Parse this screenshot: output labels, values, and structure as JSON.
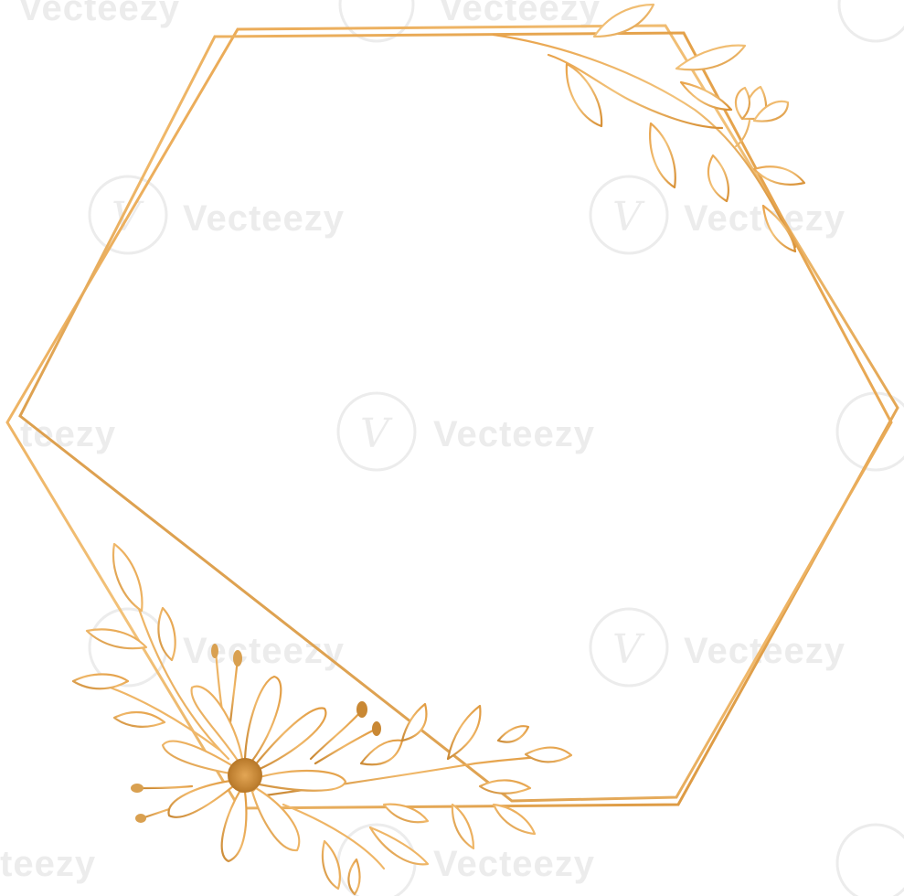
{
  "watermark": {
    "text": "Vecteezy",
    "partial_left": "teezy",
    "badge_glyph": "V"
  },
  "colors": {
    "background": "#ffffff",
    "gold_light": "#f2c27a",
    "gold_mid": "#e8a24a",
    "gold_dark": "#b97a2b",
    "watermark": "#ececec"
  },
  "icons": {
    "frame": "hexagon-frame",
    "flower": "daisy-flower-icon",
    "branch": "leafy-branch-icon",
    "bud": "flower-bud-icon"
  }
}
